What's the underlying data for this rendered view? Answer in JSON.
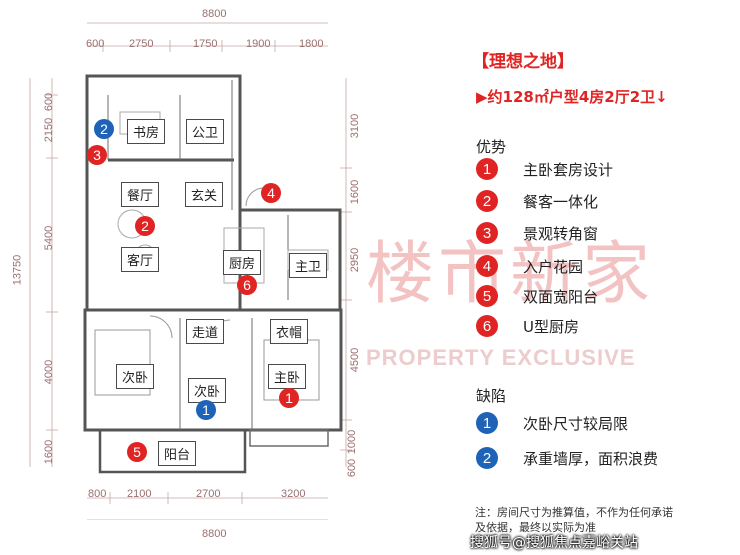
{
  "plan": {
    "dims_top": {
      "total": "8800",
      "segments": [
        "600",
        "2750",
        "1750",
        "1900",
        "1800"
      ]
    },
    "dims_bottom": {
      "total": "8800",
      "segments": [
        "800",
        "2100",
        "2700",
        "3200"
      ]
    },
    "dims_left": {
      "total": "13750",
      "segments": [
        "600",
        "2150",
        "5400",
        "4000",
        "1600"
      ]
    },
    "dims_right": {
      "segments": [
        "3100",
        "1600",
        "2950",
        "4500",
        "1000",
        "600"
      ]
    },
    "rooms": {
      "study": "书房",
      "public_bath": "公卫",
      "dining": "餐厅",
      "foyer": "玄关",
      "living": "客厅",
      "kitchen": "厨房",
      "master_bath": "主卫",
      "corridor": "走道",
      "cloakroom": "衣帽",
      "second_bed_left": "次卧",
      "second_bed_mid": "次卧",
      "master_bed": "主卧",
      "balcony": "阳台"
    },
    "markers": [
      "2",
      "3",
      "2",
      "4",
      "6",
      "1",
      "1",
      "5"
    ]
  },
  "watermark": {
    "cn": "楼市新家",
    "en": "PROPERTY EXCLUSIVE"
  },
  "info": {
    "title": "【理想之地】",
    "subtitle": "▶约128㎡户型4房2厅2卫↓",
    "advantages_label": "优势",
    "advantages": [
      {
        "num": "1",
        "text": "主卧套房设计"
      },
      {
        "num": "2",
        "text": "餐客一体化"
      },
      {
        "num": "3",
        "text": "景观转角窗"
      },
      {
        "num": "4",
        "text": "入户花园"
      },
      {
        "num": "5",
        "text": "双面宽阳台"
      },
      {
        "num": "6",
        "text": "U型厨房"
      }
    ],
    "defects_label": "缺陷",
    "defects": [
      {
        "num": "1",
        "text": "次卧尺寸较局限"
      },
      {
        "num": "2",
        "text": "承重墙厚，面积浪费"
      }
    ],
    "note_line1": "注：房间尺寸为推算值，不作为任何承诺",
    "note_line2": "及依据，最终以实际为准"
  },
  "footer": "搜狐号@搜狐焦点嘉峪关站",
  "colors": {
    "accent_red": "#e02424",
    "accent_blue": "#1e63b8"
  }
}
